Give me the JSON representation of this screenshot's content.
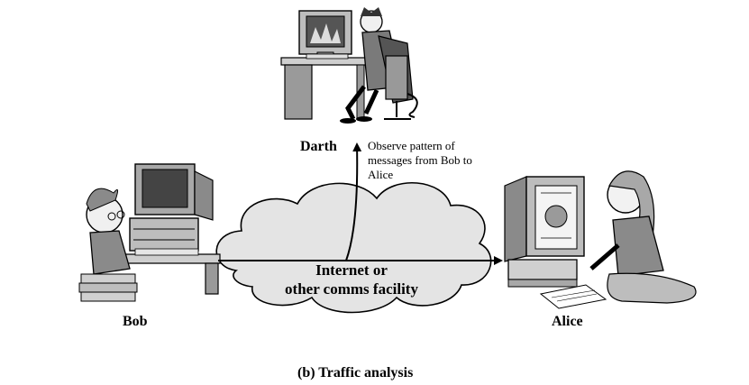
{
  "nodes": {
    "darth": "Darth",
    "bob": "Bob",
    "alice": "Alice"
  },
  "network": {
    "line1": "Internet or",
    "line2": "other comms facility"
  },
  "annotation": "Observe pattern of messages from Bob to Alice",
  "caption": "(b) Traffic analysis",
  "colors": {
    "line": "#000000",
    "cloud_fill": "#e4e4e4",
    "figure_gray": "#9a9a9a"
  }
}
